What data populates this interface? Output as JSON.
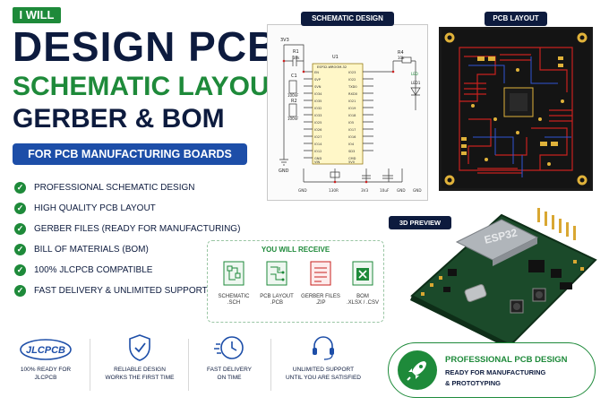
{
  "header": {
    "badge": "I WILL",
    "title_line1": "DESIGN PCB",
    "title_line2": "SCHEMATIC LAYOUT,",
    "title_line3": "GERBER & BOM",
    "subtitle": "FOR PCB MANUFACTURING BOARDS"
  },
  "features": [
    "PROFESSIONAL SCHEMATIC DESIGN",
    "HIGH QUALITY PCB LAYOUT",
    "GERBER FILES (READY FOR MANUFACTURING)",
    "BILL OF MATERIALS (BOM)",
    "100% JLCPCB COMPATIBLE",
    "FAST DELIVERY & UNLIMITED SUPPORT"
  ],
  "panels": {
    "schematic_label": "SCHEMATIC DESIGN",
    "pcb_label": "PCB LAYOUT",
    "preview_label": "3D PREVIEW"
  },
  "schematic": {
    "v3": "3V3",
    "r1": "R1",
    "r1v": "10k",
    "c1": "C1",
    "c1v": "100nF",
    "r2": "R2",
    "r2v": "100nF",
    "gnd": "GND",
    "u1": "U1",
    "u1name": "ESP32-WROOM-32",
    "r4": "R4",
    "r4v": "10k",
    "led1": "LED",
    "led2": "LED1",
    "left_pins": [
      "EN",
      "SVP",
      "SVN",
      "IO34",
      "IO35",
      "IO32",
      "IO33",
      "IO25",
      "IO26",
      "IO27",
      "IO14",
      "IO12",
      "GND",
      "VIN"
    ],
    "right_pins": [
      "IO23",
      "IO22",
      "TXD0",
      "RXD0",
      "IO21",
      "IO19",
      "IO18",
      "IO5",
      "IO17",
      "IO16",
      "IO4",
      "SD3",
      "CMD",
      "5V0"
    ],
    "bottom_labels": [
      "GND",
      "130R",
      "3V3",
      "10uF",
      "GND",
      "GND"
    ]
  },
  "module": {
    "label": "ESP32"
  },
  "receive": {
    "title": "YOU WILL RECEIVE",
    "items": [
      {
        "line1": "SCHEMATIC",
        "line2": ".SCH"
      },
      {
        "line1": "PCB LAYOUT",
        "line2": ".PCB"
      },
      {
        "line1": "GERBER FILES",
        "line2": ".ZIP"
      },
      {
        "line1": "BOM",
        "line2": ".XLSX / .CSV"
      }
    ]
  },
  "bottom": {
    "logo": "JLCPCB",
    "col1_line1": "100% READY FOR",
    "col1_line2": "JLCPCB",
    "col2_line1": "RELIABLE DESIGN",
    "col2_line2": "WORKS THE FIRST TIME",
    "col3_line1": "FAST DELIVERY",
    "col3_line2": "ON TIME",
    "col4_line1": "UNLIMITED SUPPORT",
    "col4_line2": "UNTIL YOU ARE SATISFIED"
  },
  "professional": {
    "title": "PROFESSIONAL PCB DESIGN",
    "line1": "READY FOR MANUFACTURING",
    "line2": "& PROTOTYPING"
  },
  "colors": {
    "navy": "#0d1b3e",
    "green": "#1e8a3a",
    "blue": "#1d4ea8",
    "pcb_red": "#c8211e",
    "pcb_yellow": "#e0b23a"
  }
}
